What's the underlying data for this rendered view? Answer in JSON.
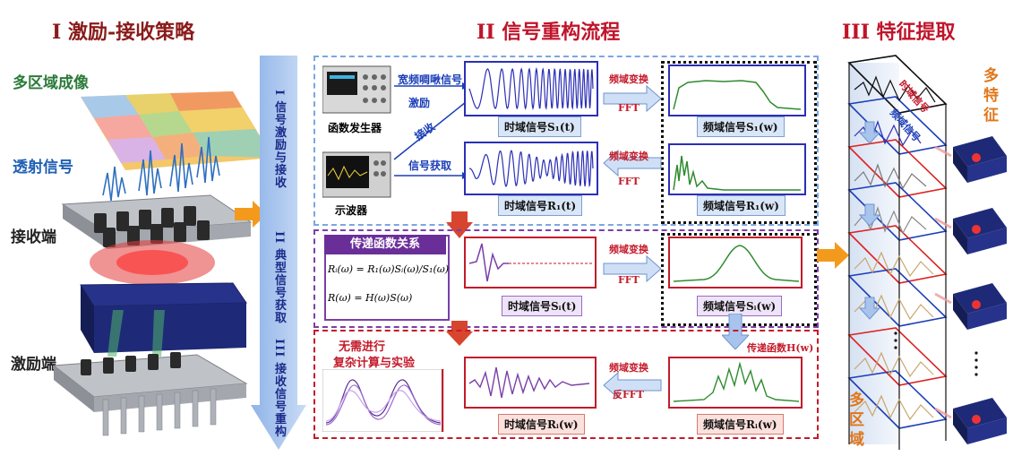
{
  "sections": {
    "s1_title": "I 激励-接收策略",
    "s2_title": "II 信号重构流程",
    "s3_title": "III 特征提取"
  },
  "left": {
    "multi_region_imaging": "多区域成像",
    "transmitted_signal": "透射信号",
    "receiver_end": "接收端",
    "exciter_end": "激励端"
  },
  "band": {
    "p1": "I 信号激励与接收",
    "p2": "II 典型信号获取",
    "p3": "III 接收信号重构"
  },
  "panel1": {
    "chirp_label": "宽频啁啾信号",
    "excite_label": "激励",
    "receive_label": "接收",
    "func_gen": "函数发生器",
    "signal_acq": "信号获取",
    "oscilloscope": "示波器",
    "fd_transform_1": "频域变换",
    "fft_1": "FFT",
    "fd_transform_2": "频域变换",
    "fft_2": "FFT",
    "time_sig_s": "时域信号S₁(t)",
    "freq_sig_s": "频域信号S₁(w)",
    "time_sig_r": "时域信号R₁(t)",
    "freq_sig_r": "频域信号R₁(w)"
  },
  "panel2": {
    "tf_title": "传递函数关系",
    "eq1": "Rᵢ(ω) = R₁(ω)Sᵢ(ω)/S₁(ω)",
    "eq2": "R(ω) = H(ω)S(ω)",
    "fd_transform": "频域变换",
    "fft": "FFT",
    "time_sig": "时域信号Sᵢ(t)",
    "freq_sig": "频域信号Sᵢ(w)"
  },
  "panel3": {
    "no_need": "无需进行",
    "complex_calc": "复杂计算与实验",
    "tf_h": "传递函数H(w)",
    "fd_transform": "频域变换",
    "ifft": "反FFT",
    "time_sig": "时域信号Rᵢ(w)",
    "freq_sig": "频域信号Rᵢ(w)"
  },
  "right": {
    "time_signal": "时域信号",
    "freq_signal": "频域信号",
    "multi_feature": "多特征",
    "multi_region": "多区域"
  },
  "colors": {
    "title_red": "#c0142b",
    "blue": "#2b2fb5",
    "red_frame": "#c41a2a",
    "purple": "#7a3fa8",
    "green": "#2e8b2e",
    "arrow_orange": "#f39a1c"
  }
}
